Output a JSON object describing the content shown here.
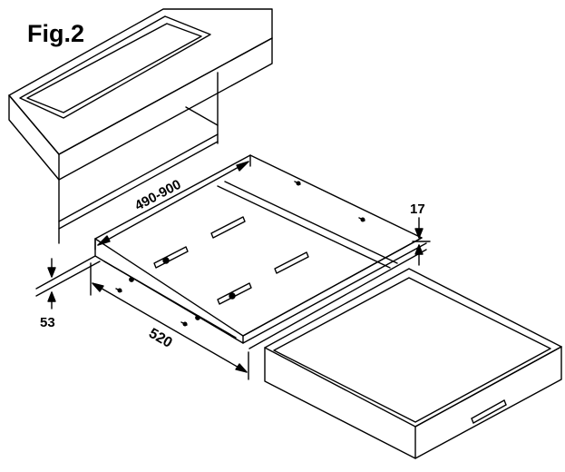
{
  "figure": {
    "title": "Fig.2"
  },
  "dimensions": {
    "width_range": "490-900",
    "depth": "520",
    "height_top": "17",
    "height_bottom": "53"
  },
  "colors": {
    "line": "#000000",
    "background": "#ffffff"
  }
}
